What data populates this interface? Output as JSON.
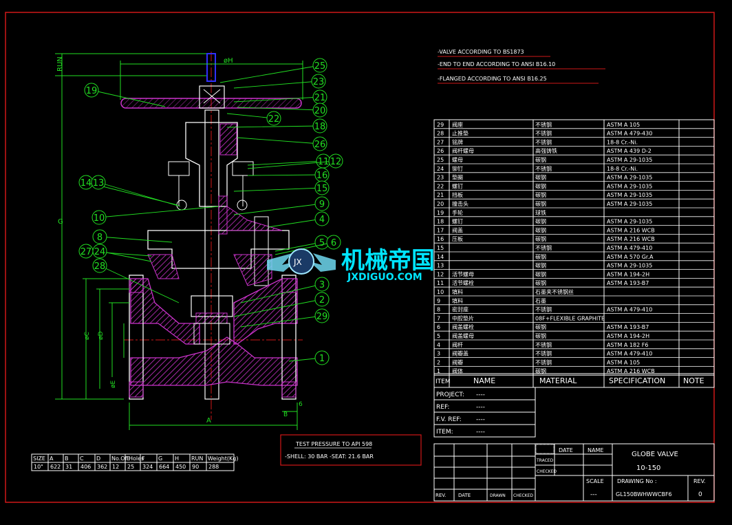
{
  "notes": [
    "-VALVE ACCORDING TO BS1873",
    "-END TO END ACCORDING TO ANSI B16.10",
    "-FLANGED ACCORDING TO ANSI B16.25"
  ],
  "dimension_labels": {
    "run": "RUN",
    "g": "G",
    "h": "øH",
    "a": "A",
    "c": "øC",
    "d": "øD",
    "e": "øE",
    "b": "B",
    "f": "6"
  },
  "balloons": [
    "25",
    "23",
    "21",
    "20",
    "22",
    "18",
    "26",
    "11",
    "12",
    "16",
    "15",
    "14",
    "13",
    "10",
    "9",
    "4",
    "8",
    "5",
    "6",
    "27",
    "24",
    "28",
    "3",
    "2",
    "29",
    "1",
    "19"
  ],
  "parts": [
    {
      "item": "29",
      "name": "阀座",
      "material": "不锈钢",
      "spec": "ASTM A 105"
    },
    {
      "item": "28",
      "name": "止推垫",
      "material": "不锈钢",
      "spec": "ASTM A 479-430"
    },
    {
      "item": "27",
      "name": "铭牌",
      "material": "不锈钢",
      "spec": "18-8 Cr.-Ni."
    },
    {
      "item": "26",
      "name": "阀杆螺母",
      "material": "高强铸铁",
      "spec": "ASTM A 439 D-2"
    },
    {
      "item": "25",
      "name": "螺母",
      "material": "碳钢",
      "spec": "ASTM A 29-1035"
    },
    {
      "item": "24",
      "name": "铆钉",
      "material": "不锈钢",
      "spec": "18-8 Cr.-Ni."
    },
    {
      "item": "23",
      "name": "垫圈",
      "material": "碳钢",
      "spec": "ASTM A 29-1035"
    },
    {
      "item": "22",
      "name": "螺钉",
      "material": "碳钢",
      "spec": "ASTM A 29-1035"
    },
    {
      "item": "21",
      "name": "挡板",
      "material": "碳钢",
      "spec": "ASTM A 29-1035"
    },
    {
      "item": "20",
      "name": "撞击头",
      "material": "碳钢",
      "spec": "ASTM A 29-1035"
    },
    {
      "item": "19",
      "name": "手轮",
      "material": "球铁",
      "spec": ""
    },
    {
      "item": "18",
      "name": "螺钉",
      "material": "碳钢",
      "spec": "ASTM A 29-1035"
    },
    {
      "item": "17",
      "name": "阀盖",
      "material": "碳钢",
      "spec": "ASTM A 216 WCB"
    },
    {
      "item": "16",
      "name": "压板",
      "material": "碳钢",
      "spec": "ASTM A 216 WCB"
    },
    {
      "item": "15",
      "name": "",
      "material": "不锈钢",
      "spec": "ASTM A 479-410"
    },
    {
      "item": "14",
      "name": "",
      "material": "碳钢",
      "spec": "ASTM A 570 Gr.A"
    },
    {
      "item": "13",
      "name": "",
      "material": "碳钢",
      "spec": "ASTM A 29-1035"
    },
    {
      "item": "12",
      "name": "活节螺母",
      "material": "碳钢",
      "spec": "ASTM A 194-2H"
    },
    {
      "item": "11",
      "name": "活节螺栓",
      "material": "碳钢",
      "spec": "ASTM A 193-B7"
    },
    {
      "item": "10",
      "name": "填料",
      "material": "石墨夹不锈钢丝",
      "spec": ""
    },
    {
      "item": "9",
      "name": "填料",
      "material": "石墨",
      "spec": ""
    },
    {
      "item": "8",
      "name": "密封座",
      "material": "不锈钢",
      "spec": "ASTM A 479-410"
    },
    {
      "item": "7",
      "name": "中腔垫片",
      "material": "08F+FLEXIBLE GRAPHITE",
      "spec": ""
    },
    {
      "item": "6",
      "name": "阀盖螺栓",
      "material": "碳钢",
      "spec": "ASTM A 193-B7"
    },
    {
      "item": "5",
      "name": "阀盖螺母",
      "material": "碳钢",
      "spec": "ASTM A 194-2H"
    },
    {
      "item": "4",
      "name": "阀杆",
      "material": "不锈钢",
      "spec": "ASTM A 182 F6"
    },
    {
      "item": "3",
      "name": "阀瓣盖",
      "material": "不锈钢",
      "spec": "ASTM A 479-410"
    },
    {
      "item": "2",
      "name": "阀瓣",
      "material": "不锈钢",
      "spec": "ASTM A 105"
    },
    {
      "item": "1",
      "name": "阀体",
      "material": "碳钢",
      "spec": "ASTM A 216 WCB"
    }
  ],
  "parts_header": {
    "item": "ITEM",
    "name": "NAME",
    "material": "MATERIAL",
    "spec": "SPECIFICATION",
    "note": "NOTE"
  },
  "refs": [
    {
      "label": "PROJECT:",
      "value": "----"
    },
    {
      "label": "REF:",
      "value": "----"
    },
    {
      "label": "F.V. REF:",
      "value": "----"
    },
    {
      "label": "ITEM:",
      "value": "----"
    }
  ],
  "title_block": {
    "date": "DATE",
    "name": "NAME",
    "traced": "TRACED",
    "checked": "CHECKED",
    "title": "GLOBE VALVE",
    "size_range": "10-150",
    "scale_label": "SCALE",
    "scale_value": "---",
    "drawing_no_label": "DRAWING No :",
    "drawing_no": "GL150BWHWWCBF6",
    "rev_label": "REV.",
    "rev_value": "0",
    "rev_col": "REV.",
    "date_col": "DATE",
    "drawn_col": "DRAWN",
    "checked_col": "CHECKED"
  },
  "test_pressure": {
    "title": "TEST PRESSURE TO API 598",
    "values": "-SHELL: 30 BAR    -SEAT: 21.6 BAR"
  },
  "size_table": {
    "headers": [
      "SIZE",
      "A",
      "B",
      "C",
      "D",
      "No.Of Holes",
      "E",
      "F",
      "G",
      "H",
      "RUN",
      "Weight(Kg)"
    ],
    "rows": [
      [
        "10\"",
        "622",
        "31",
        "406",
        "362",
        "12",
        "25",
        "324",
        "664",
        "450",
        "90",
        "288"
      ]
    ]
  },
  "watermark": {
    "cn": "机械帝国",
    "en": "JXDIGUO.COM",
    "badge": "JX"
  },
  "colors": {
    "background": "#000000",
    "lines": "#ffffff",
    "dimension": "#22e022",
    "hatch": "#cc33cc",
    "frame_red": "#d01818",
    "center_line": "#d01818",
    "stem_blue": "#3030ff",
    "watermark": "#00d8ff"
  }
}
